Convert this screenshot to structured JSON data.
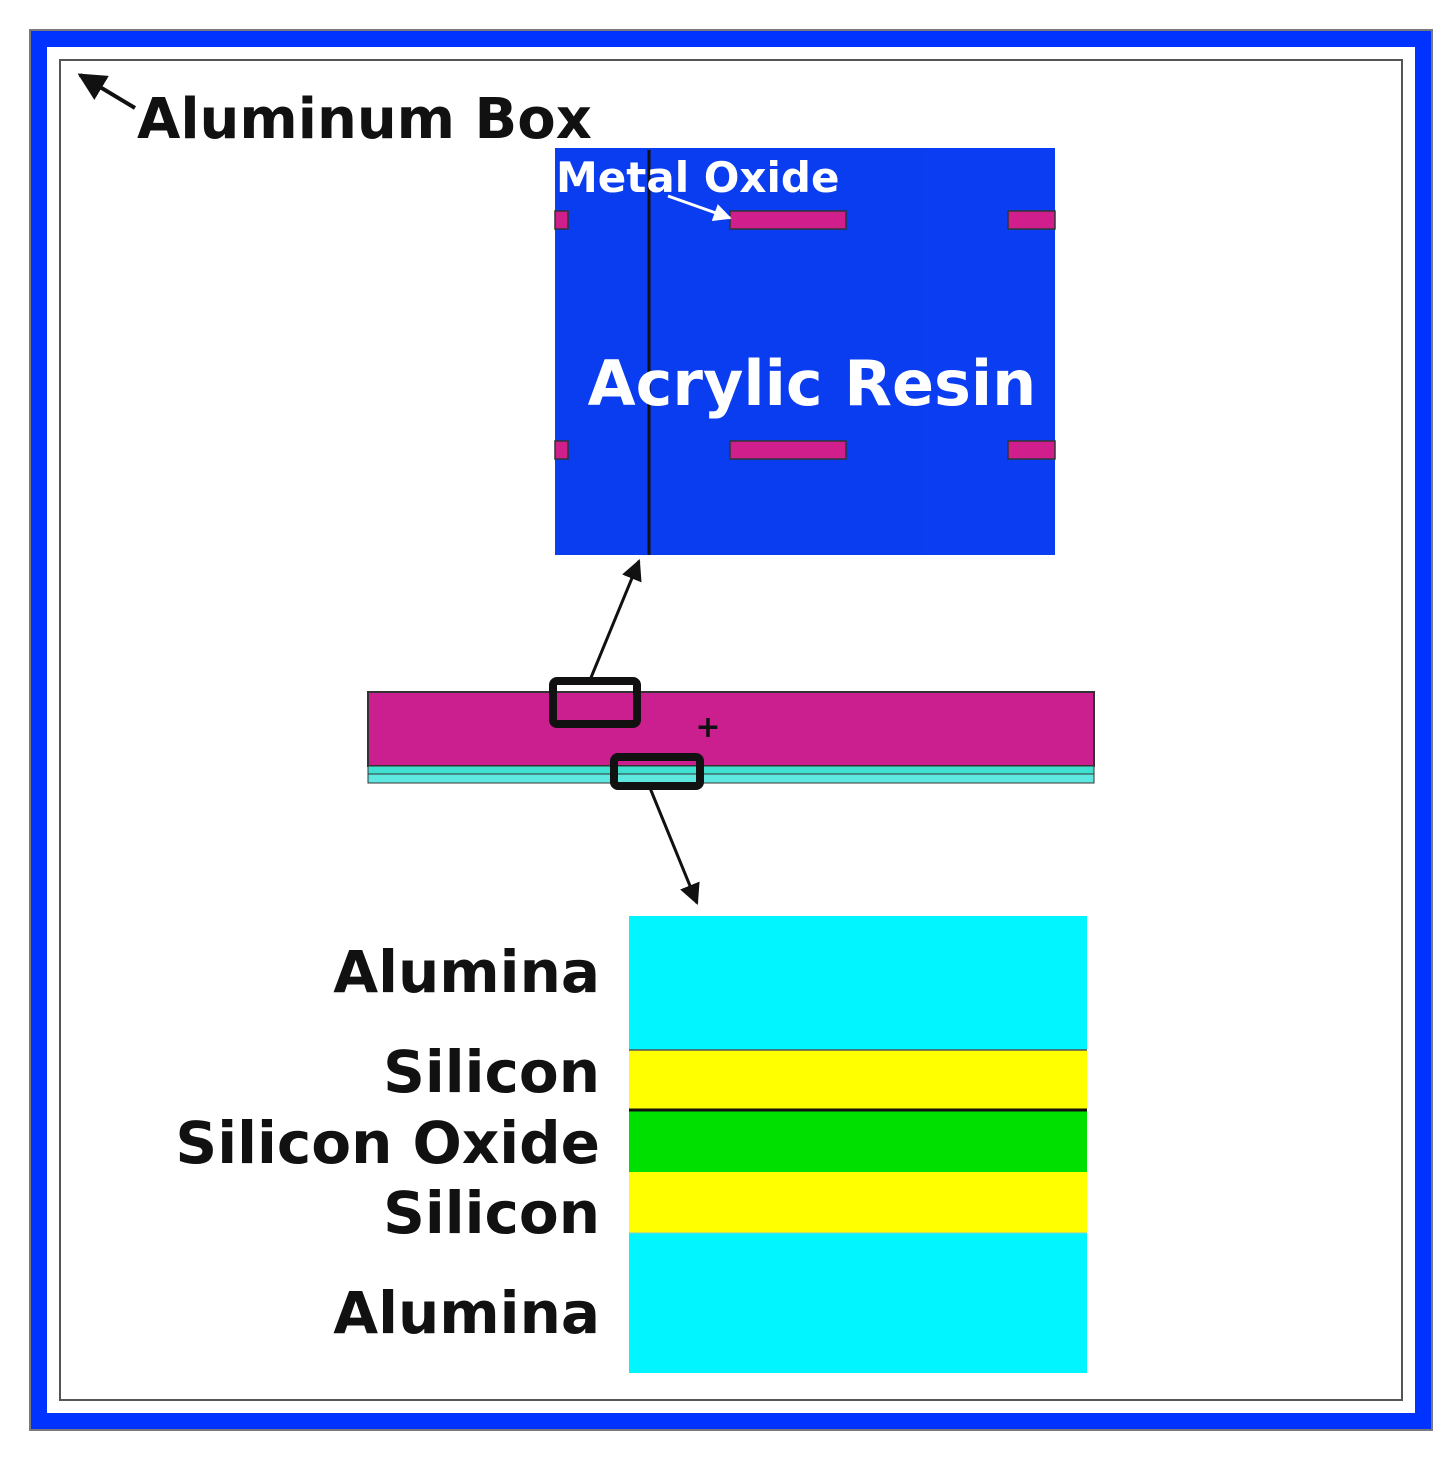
{
  "labels": {
    "aluminum_box": "Aluminum Box",
    "metal_oxide": "Metal Oxide",
    "acrylic_resin": "Acrylic Resin",
    "plus_marker": "+"
  },
  "layer_stack": [
    {
      "name": "Alumina",
      "color": "#00f5ff"
    },
    {
      "name": "Silicon",
      "color": "#ffff00"
    },
    {
      "name": "Silicon Oxide",
      "color": "#00e000"
    },
    {
      "name": "Silicon",
      "color": "#ffff00"
    },
    {
      "name": "Alumina",
      "color": "#00f5ff"
    }
  ],
  "colors": {
    "aluminum_box": "#0033ff",
    "acrylic_resin": "#0a3cf0",
    "metal_oxide": "#d01e8c",
    "plate": "#cc1f8f",
    "thin_film": "#40e0d0",
    "outline": "#111111"
  }
}
